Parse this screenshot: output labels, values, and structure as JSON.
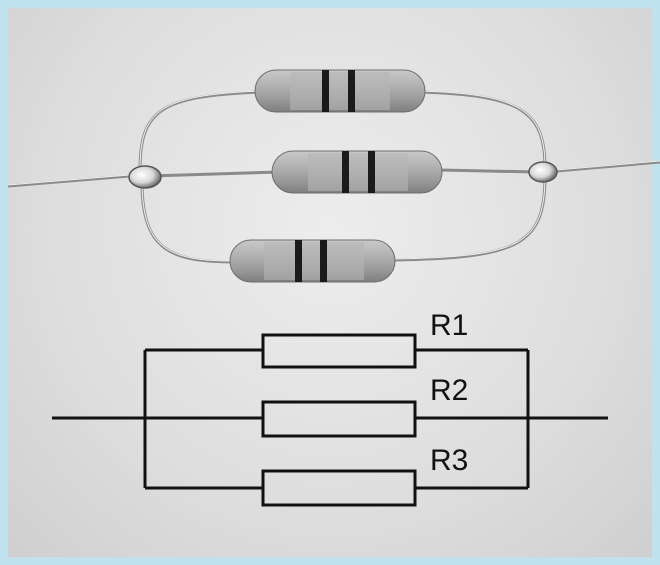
{
  "diagram": {
    "labels": [
      "R1",
      "R2",
      "R3"
    ]
  },
  "colors": {
    "frame": "#bfe3ee",
    "background": "#e2e2e2",
    "ink": "#111111",
    "resistor_body": "#a9a9a9",
    "band": "#1a1a1a"
  }
}
